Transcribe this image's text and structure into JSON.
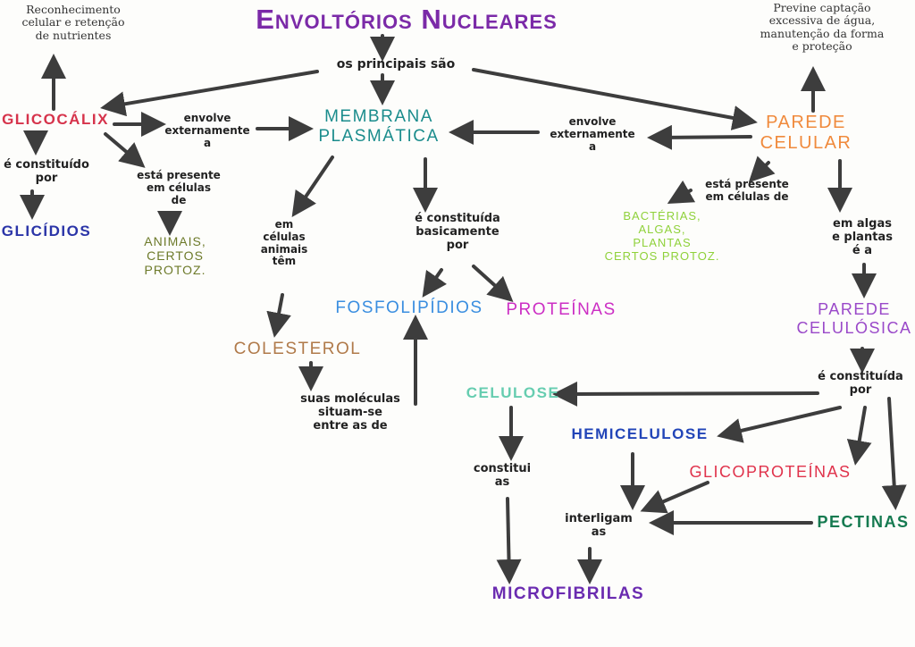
{
  "colors": {
    "title": "#7b2aa8",
    "membrana": "#1a8c8c",
    "glicocalix": "#d6334b",
    "parede": "#f08a3c",
    "glicidios": "#2b35a8",
    "animais": "#6d7a2a",
    "fosfolipidios": "#3a8ee0",
    "proteinas": "#cc2ec4",
    "colesterol": "#b07a4a",
    "bacterias": "#8fd13a",
    "celulosica": "#9a49c9",
    "celulose": "#66cdb0",
    "hemicelulose": "#2245b8",
    "glicoproteinas": "#e0334c",
    "pectinas": "#157a50",
    "microfibrilas": "#6a2bb0",
    "line": "#3d3d3d"
  },
  "diagram": {
    "title": "Envoltórios Nucleares",
    "principais": "os principais são",
    "glicocalix": "Glicocálix",
    "membrana": "Membrana\nPlasmática",
    "parede": "Parede\nCelular",
    "reconhecimento": "Reconhecimento\ncelular e retenção\nde nutrientes",
    "previne": "Previne captação\nexcessiva de água,\nmanutenção da forma\ne proteção",
    "envolve_left": "envolve\nexternamente\na",
    "envolve_right": "envolve\nexternamente\na",
    "constituido_por": "é constituído\npor",
    "glicidios": "Glicídios",
    "presente_glico": "está presente\nem células\nde",
    "animais": "Animais,\ncertos\nprotoz.",
    "celulas_animais": "em\ncélulas\nanimais\ntêm",
    "colesterol": "Colesterol",
    "suas_moleculas": "suas moléculas\nsituam-se\nentre as de",
    "constituida_basicamente": "é constituída\nbasicamente\npor",
    "fosfolipidios": "Fosfolipídios",
    "proteinas": "Proteínas",
    "presente_parede": "está presente\nem células de",
    "bacterias": "Bactérias,\nalgas,\nplantas\ncertos protoz.",
    "algas_plantas": "em algas\ne plantas\né a",
    "parede_celulosica": "Parede\nCelulósica",
    "constituida_por": "é constituída\npor",
    "celulose": "Celulose",
    "hemicelulose": "Hemicelulose",
    "glicoproteinas": "Glicoproteínas",
    "pectinas": "Pectinas",
    "constitui_as": "constitui\nas",
    "interligam_as": "interligam\nas",
    "microfibrilas": "Microfibrilas"
  }
}
